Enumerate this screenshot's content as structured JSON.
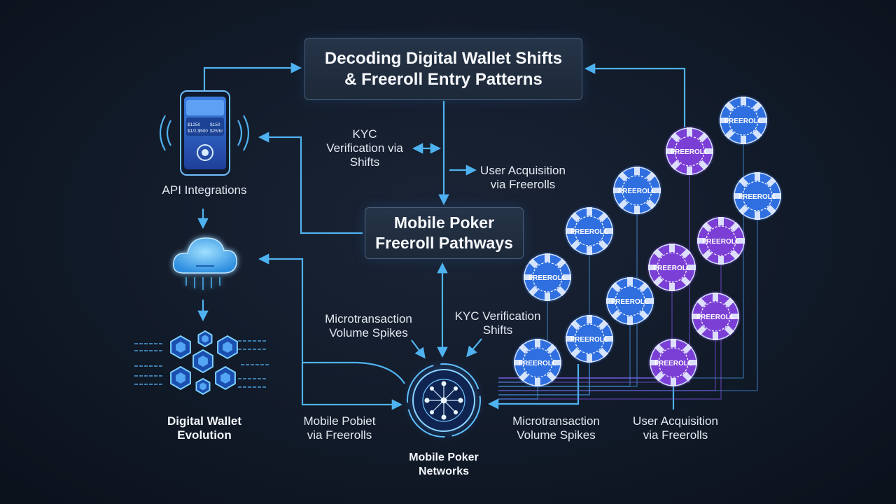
{
  "title_box": {
    "text": "Decoding Digital Wallet Shifts\n& Freeroll Entry Patterns"
  },
  "center_box": {
    "text": "Mobile Poker\nFreeroll Pathways"
  },
  "left_column": {
    "api_label": "API Integrations",
    "wallet_label": "Digital Wallet\nEvolution",
    "phone_texts": [
      "$1250",
      "$150",
      "$1/2,$500",
      "$25/hr"
    ]
  },
  "hub": {
    "label": "Mobile Poker\nNetworks"
  },
  "edge_labels": {
    "kyc_top": "KYC\nVerification via\nShifts",
    "user_acq_top": "User Acquisition\nvia Freerolls",
    "micro_left": "Microtransaction\nVolume Spikes",
    "kyc_mid": "KYC Verification\nShifts",
    "mobile_pobiet": "Mobile Pobiet\nvia Freerolls",
    "micro_bottom": "Microtransaction\nVolume Spikes",
    "user_acq_bottom": "User Acquisition\nvia Freerolls"
  },
  "chips": {
    "label": "FREEROLL",
    "items": [
      {
        "color": "blue"
      },
      {
        "color": "purple"
      },
      {
        "color": "blue"
      },
      {
        "color": "blue"
      },
      {
        "color": "blue"
      },
      {
        "color": "purple"
      },
      {
        "color": "purple"
      },
      {
        "color": "blue"
      },
      {
        "color": "blue"
      },
      {
        "color": "purple"
      },
      {
        "color": "blue"
      },
      {
        "color": "blue"
      },
      {
        "color": "purple"
      }
    ]
  },
  "colors": {
    "background": "#111a28",
    "arrow": "#4fb2f0",
    "chip_blue": "#2f6fe0",
    "chip_purple": "#7b3fd6",
    "box_fill": "#233042"
  }
}
